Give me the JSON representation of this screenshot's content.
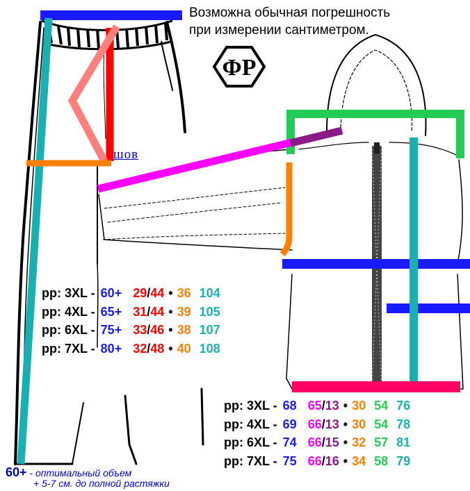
{
  "note": {
    "line1": "Возможна обычная погрешность",
    "line2": "при измерении сантиметром."
  },
  "logo": {
    "text": "ΦP",
    "icon": "brand-logo-hexagon"
  },
  "seam_label": "шов",
  "colors": {
    "blue": "#1a1aff",
    "red": "#ff0000",
    "pink": "#ff7f7f",
    "orange": "#ff7f00",
    "teal": "#18b0b0",
    "green": "#22cc55",
    "magenta": "#ff00ff",
    "purple": "#8a1a8a",
    "crimson": "#ff0066",
    "zipper": "#555555"
  },
  "pants_table": {
    "rows": [
      {
        "prefix": "pp: 3XL -",
        "v1": "60+",
        "v2": "29",
        "sep": "/",
        "v3": "44",
        "dot": "•",
        "v4": "36",
        "v5": "104"
      },
      {
        "prefix": "pp: 4XL -",
        "v1": "65+",
        "v2": "31",
        "sep": "/",
        "v3": "44",
        "dot": "•",
        "v4": "39",
        "v5": "105"
      },
      {
        "prefix": "pp: 6XL -",
        "v1": "75+",
        "v2": "33",
        "sep": "/",
        "v3": "46",
        "dot": "•",
        "v4": "38",
        "v5": "107"
      },
      {
        "prefix": "pp: 7XL -",
        "v1": "80+",
        "v2": "32",
        "sep": "/",
        "v3": "48",
        "dot": "•",
        "v4": "40",
        "v5": "108"
      }
    ]
  },
  "jacket_table": {
    "rows": [
      {
        "prefix": "pp: 3XL -",
        "v1": "68",
        "v2": "65",
        "sep": "/",
        "v3": "13",
        "dot": "•",
        "v4": "30",
        "v5": "54",
        "v6": "76"
      },
      {
        "prefix": "pp: 4XL -",
        "v1": "69",
        "v2": "66",
        "sep": "/",
        "v3": "13",
        "dot": "•",
        "v4": "30",
        "v5": "54",
        "v6": "78"
      },
      {
        "prefix": "pp: 6XL -",
        "v1": "74",
        "v2": "66",
        "sep": "/",
        "v3": "15",
        "dot": "•",
        "v4": "32",
        "v5": "57",
        "v6": "81"
      },
      {
        "prefix": "pp: 7XL -",
        "v1": "75",
        "v2": "66",
        "sep": "/",
        "v3": "16",
        "dot": "•",
        "v4": "34",
        "v5": "58",
        "v6": "79"
      }
    ]
  },
  "footnote": {
    "value": "60+",
    "line1": " - оптимальный объем",
    "line2": "+ 5-7 см. до полной растяжки"
  }
}
